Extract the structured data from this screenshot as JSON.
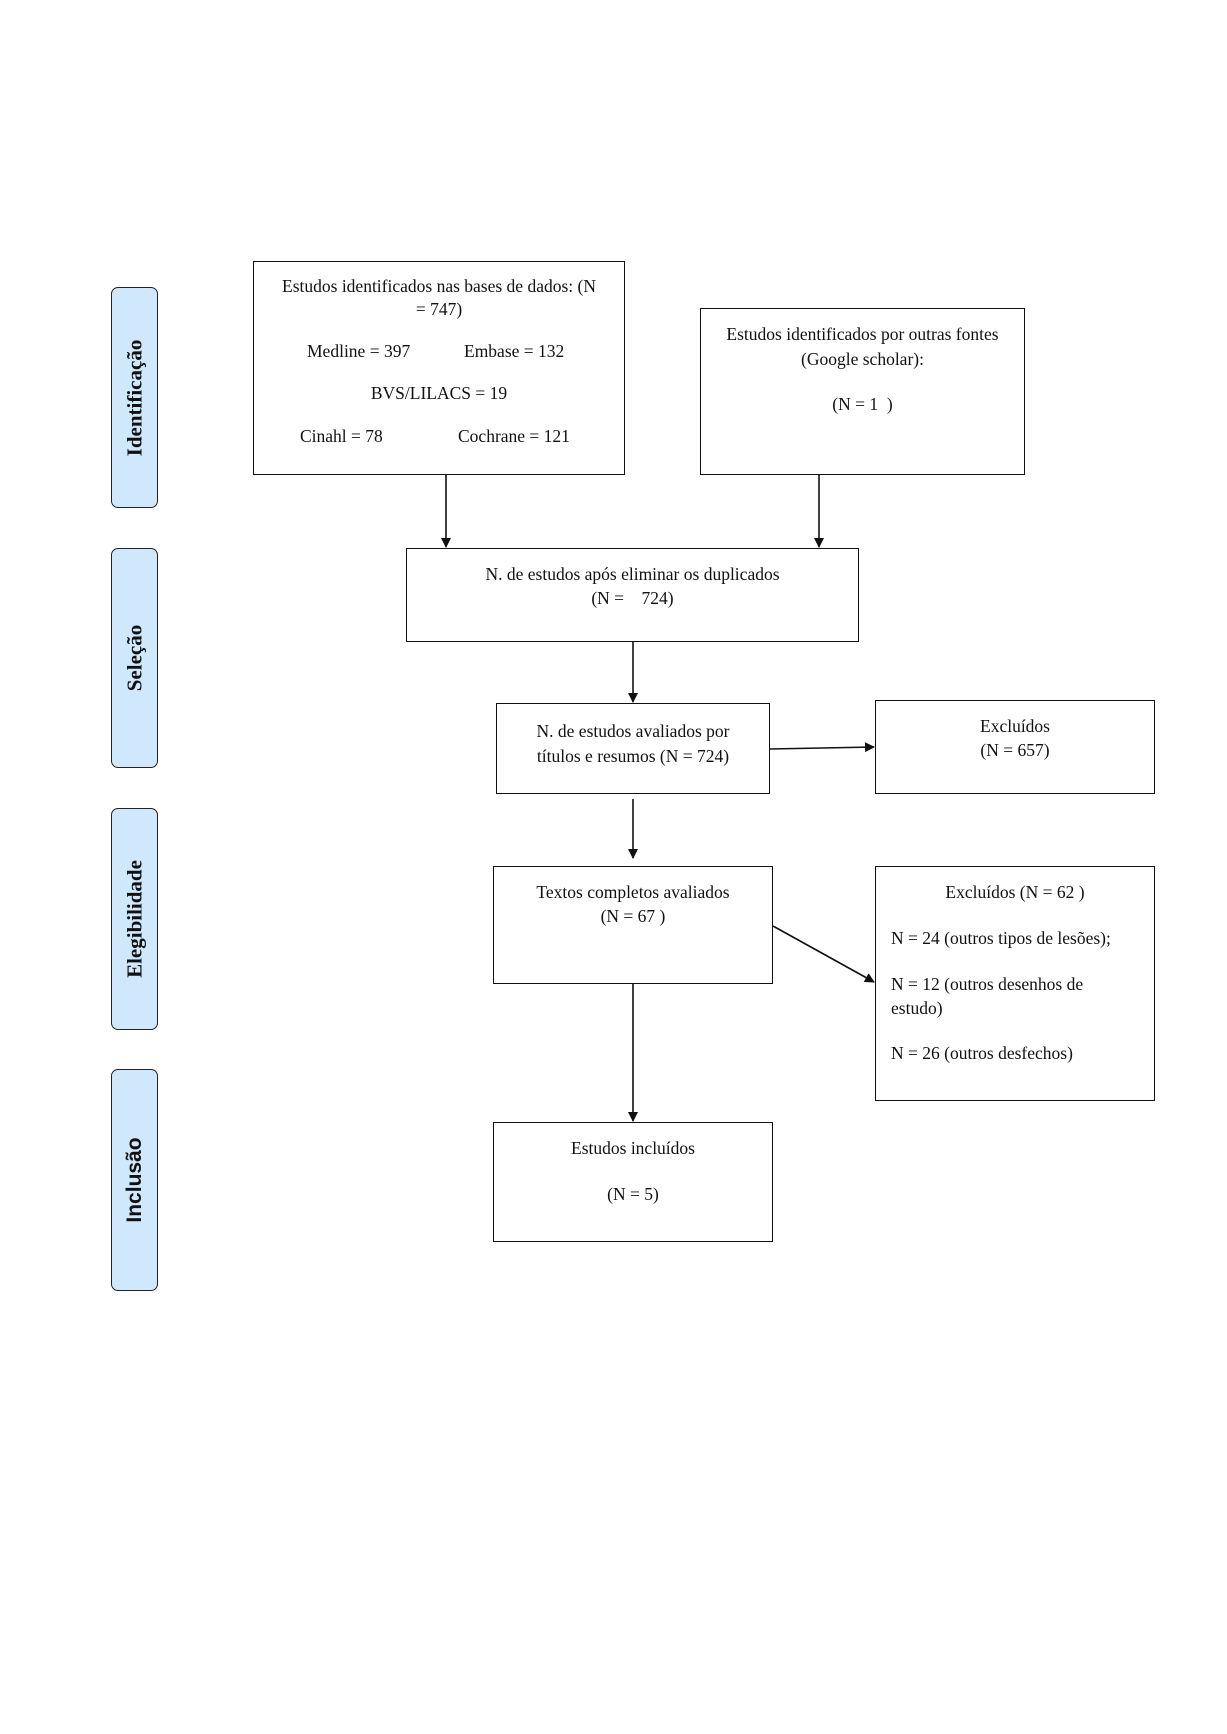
{
  "phases": {
    "identificacao": "Identificação",
    "selecao": "Seleção",
    "elegibilidade": "Elegibilidade",
    "inclusao": "Inclusão"
  },
  "boxes": {
    "databases": {
      "title_line1": "Estudos identificados nas bases de dados: (N",
      "title_line2": "= 747)",
      "medline": "Medline = 397",
      "embase": "Embase = 132",
      "bvs": "BVS/LILACS = 19",
      "cinahl": "Cinahl = 78",
      "cochrane": "Cochrane = 121"
    },
    "other_sources": {
      "line1": "Estudos identificados por outras fontes",
      "line2": "(Google scholar):",
      "count": "(N = 1  )"
    },
    "deduplicated": {
      "line1": "N. de estudos após eliminar os duplicados",
      "line2": "(N =    724)"
    },
    "screened": {
      "line1": "N. de estudos avaliados por",
      "line2": "títulos e resumos (N = 724)"
    },
    "excluded_screening": {
      "line1": "Excluídos",
      "line2": "(N = 657)"
    },
    "fulltext": {
      "line1": "Textos completos avaliados",
      "line2": "(N = 67 )"
    },
    "excluded_fulltext": {
      "title": "Excluídos (N = 62 )",
      "reason1": "N = 24 (outros tipos de lesões);",
      "reason2_line1": "N = 12 (outros desenhos de",
      "reason2_line2": "estudo)",
      "reason3": "N = 26 (outros desfechos)"
    },
    "included": {
      "line1": "Estudos incluídos",
      "line2": "(N = 5)"
    }
  }
}
